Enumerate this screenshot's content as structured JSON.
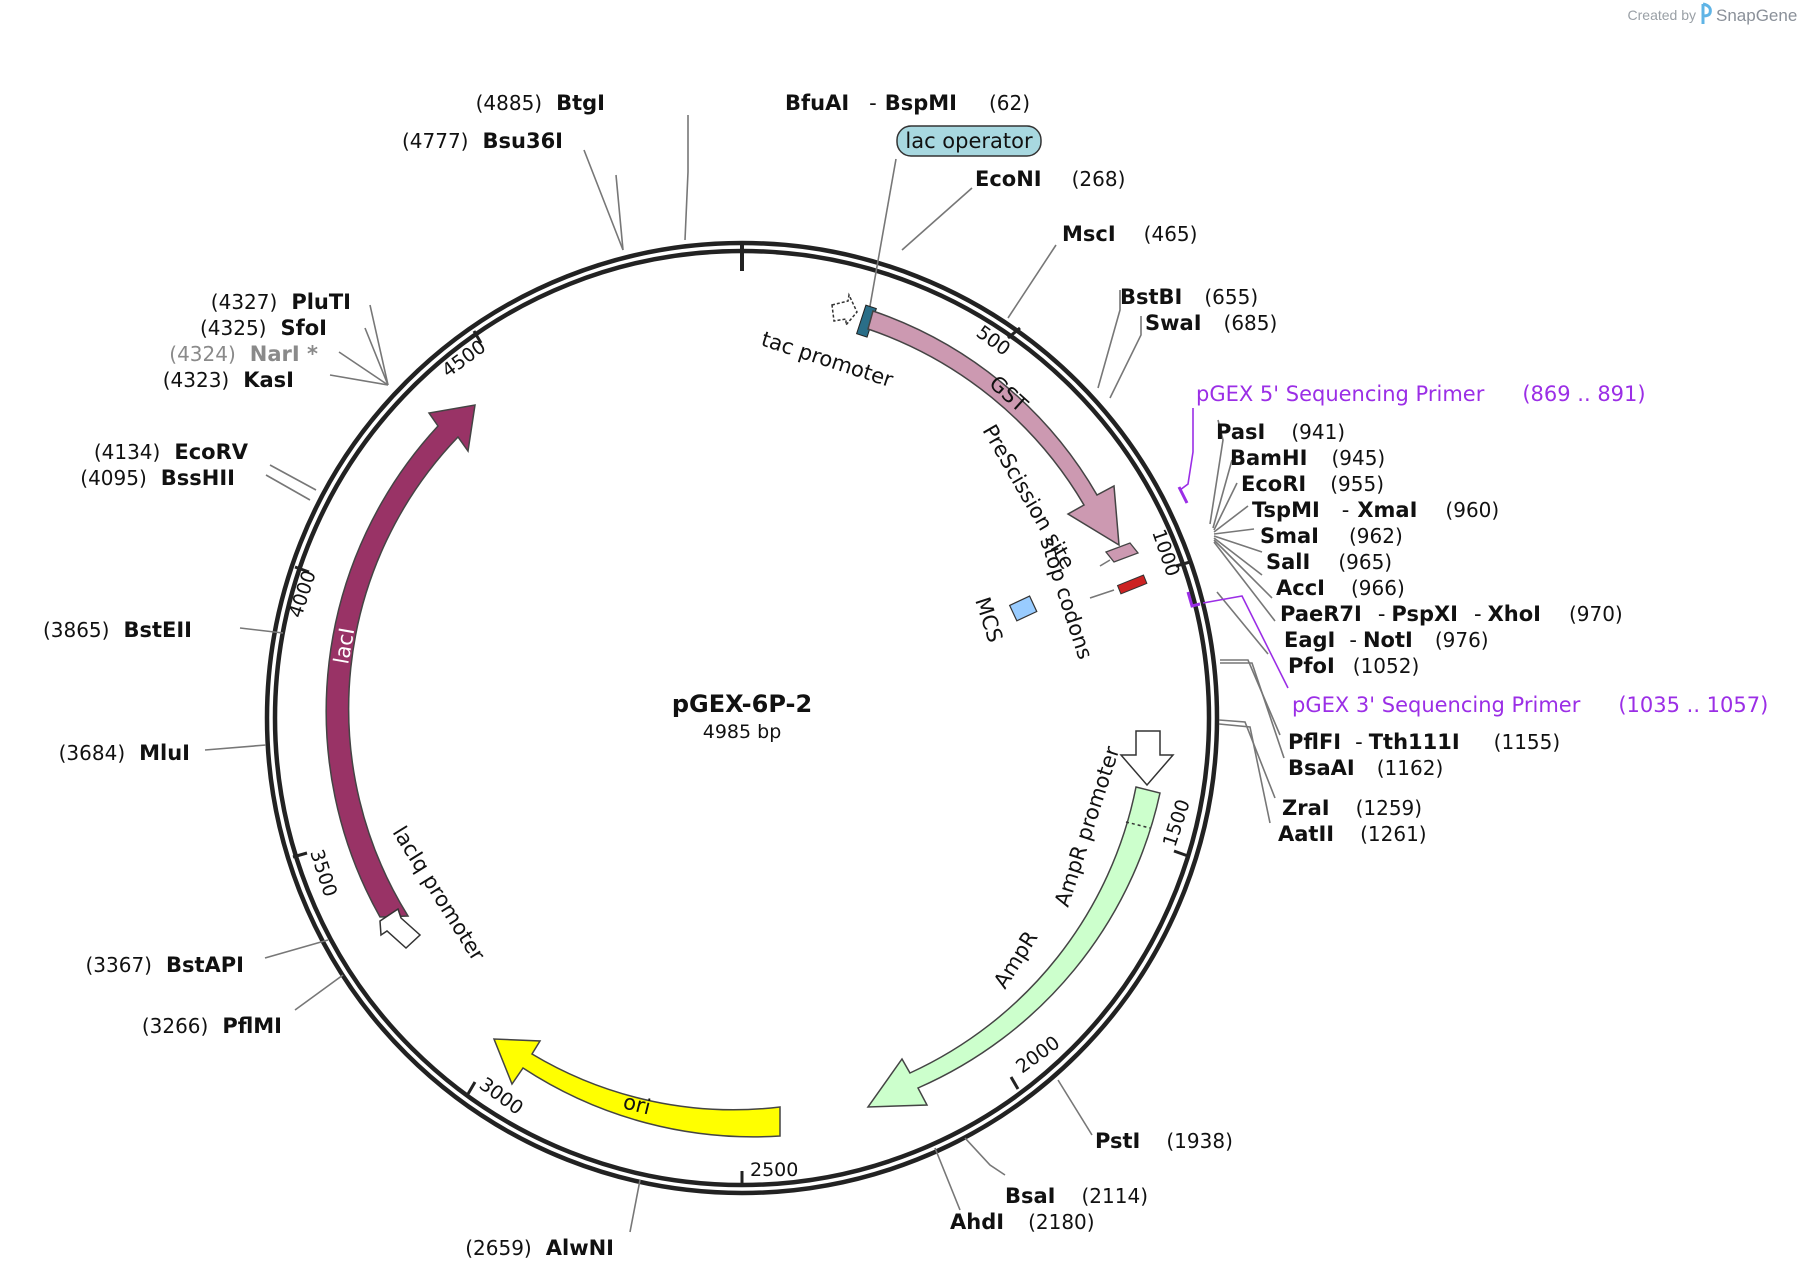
{
  "credit": {
    "created_by": "Created by",
    "app": "SnapGene"
  },
  "plasmid": {
    "name": "pGEX-6P-2",
    "length_label": "4985 bp",
    "length": 4985
  },
  "ticks": [
    {
      "label": "500",
      "pos": 500
    },
    {
      "label": "1000",
      "pos": 1000
    },
    {
      "label": "1500",
      "pos": 1500
    },
    {
      "label": "2000",
      "pos": 2000
    },
    {
      "label": "2500",
      "pos": 2500
    },
    {
      "label": "3000",
      "pos": 3000
    },
    {
      "label": "3500",
      "pos": 3500
    },
    {
      "label": "4000",
      "pos": 4000
    },
    {
      "label": "4500",
      "pos": 4500
    }
  ],
  "sites": [
    {
      "name": "BtgI",
      "pos": "(4885)"
    },
    {
      "name": "BfuAI",
      "sep": "-",
      "name2": "BspMI",
      "pos": "(62)"
    },
    {
      "name": "Bsu36I",
      "pos": "(4777)"
    },
    {
      "name": "EcoNI",
      "pos": "(268)"
    },
    {
      "name": "MscI",
      "pos": "(465)"
    },
    {
      "name": "BstBI",
      "pos": "(655)"
    },
    {
      "name": "SwaI",
      "pos": "(685)"
    },
    {
      "name": "PasI",
      "pos": "(941)"
    },
    {
      "name": "BamHI",
      "pos": "(945)"
    },
    {
      "name": "EcoRI",
      "pos": "(955)"
    },
    {
      "name": "TspMI",
      "sep": "-",
      "name2": "XmaI",
      "pos": "(960)"
    },
    {
      "name": "SmaI",
      "pos": "(962)"
    },
    {
      "name": "SalI",
      "pos": "(965)"
    },
    {
      "name": "AccI",
      "pos": "(966)"
    },
    {
      "name": "PaeR7I",
      "sep": "-",
      "name2": "PspXI",
      "sep2": "-",
      "name3": "XhoI",
      "pos": "(970)"
    },
    {
      "name": "EagI",
      "sep": "-",
      "name2": "NotI",
      "pos": "(976)"
    },
    {
      "name": "PfoI",
      "pos": "(1052)"
    },
    {
      "name": "PflFI",
      "sep": "-",
      "name2": "Tth111I",
      "pos": "(1155)"
    },
    {
      "name": "BsaAI",
      "pos": "(1162)"
    },
    {
      "name": "ZraI",
      "pos": "(1259)"
    },
    {
      "name": "AatII",
      "pos": "(1261)"
    },
    {
      "name": "PstI",
      "pos": "(1938)"
    },
    {
      "name": "BsaI",
      "pos": "(2114)"
    },
    {
      "name": "AhdI",
      "pos": "(2180)"
    },
    {
      "name": "AlwNI",
      "pos": "(2659)"
    },
    {
      "name": "PflMI",
      "pos": "(3266)"
    },
    {
      "name": "BstAPI",
      "pos": "(3367)"
    },
    {
      "name": "MluI",
      "pos": "(3684)"
    },
    {
      "name": "BstEII",
      "pos": "(3865)"
    },
    {
      "name": "BssHII",
      "pos": "(4095)"
    },
    {
      "name": "EcoRV",
      "pos": "(4134)"
    },
    {
      "name": "KasI",
      "pos": "(4323)"
    },
    {
      "name": "NarI *",
      "pos": "(4324)"
    },
    {
      "name": "SfoI",
      "pos": "(4325)"
    },
    {
      "name": "PluTI",
      "pos": "(4327)"
    }
  ],
  "features": {
    "lac_operator": "lac operator",
    "tac_promoter": "tac promoter",
    "gst": "GST",
    "prescission": "PreScission site",
    "stop_codons": "stop codons",
    "mcs": "MCS",
    "ampr_promoter": "AmpR promoter",
    "ampr": "AmpR",
    "ori": "ori",
    "laci": "lacI",
    "laciq_promoter": "lacIq promoter"
  },
  "primers": [
    {
      "name": "pGEX 5' Sequencing Primer",
      "range": "(869 .. 891)"
    },
    {
      "name": "pGEX 3' Sequencing Primer",
      "range": "(1035 .. 1057)"
    }
  ],
  "colors": {
    "gst": "#cc99b1",
    "laci": "#993366",
    "ampr": "#ccffcc",
    "ori": "#ffff00",
    "mcs": "#99ccff",
    "stop": "#cc2222",
    "lac_operator": "#a8d8e0",
    "tac": "#2a6e88",
    "primer": "#9b2ee6"
  }
}
